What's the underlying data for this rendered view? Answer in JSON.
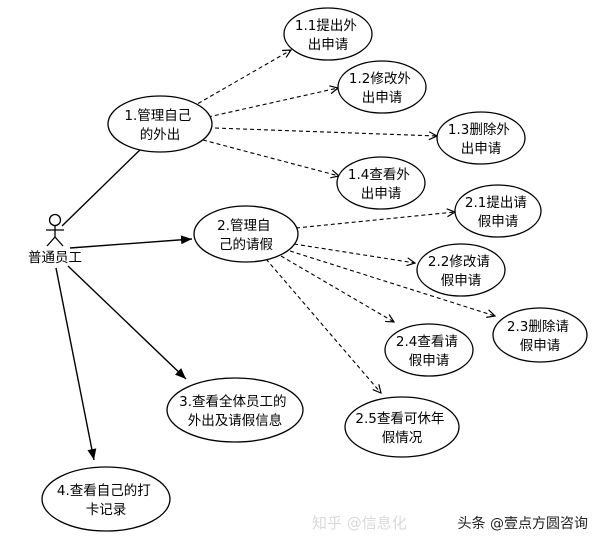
{
  "diagram": {
    "actor": {
      "label": "普通员工"
    },
    "use_cases": [
      {
        "id": "uc1",
        "lines": [
          "1.管理自己",
          "的外出"
        ]
      },
      {
        "id": "uc11",
        "lines": [
          "1.1提出外",
          "出申请"
        ]
      },
      {
        "id": "uc12",
        "lines": [
          "1.2修改外",
          "出申请"
        ]
      },
      {
        "id": "uc13",
        "lines": [
          "1.3删除外",
          "出申请"
        ]
      },
      {
        "id": "uc14",
        "lines": [
          "1.4查看外",
          "出申请"
        ]
      },
      {
        "id": "uc2",
        "lines": [
          "2.管理自",
          "己的请假"
        ]
      },
      {
        "id": "uc21",
        "lines": [
          "2.1提出请",
          "假申请"
        ]
      },
      {
        "id": "uc22",
        "lines": [
          "2.2修改请",
          "假申请"
        ]
      },
      {
        "id": "uc23",
        "lines": [
          "2.3删除请",
          "假申请"
        ]
      },
      {
        "id": "uc24",
        "lines": [
          "2.4查看请",
          "假申请"
        ]
      },
      {
        "id": "uc25",
        "lines": [
          "2.5查看可休年",
          "假情况"
        ]
      },
      {
        "id": "uc3",
        "lines": [
          "3.查看全体员工的",
          "外出及请假信息"
        ]
      },
      {
        "id": "uc4",
        "lines": [
          "4.查看自己的打",
          "卡记录"
        ]
      }
    ]
  },
  "watermark": {
    "text": "知乎 @信息化"
  },
  "credit": {
    "text": "头条 @壹点方圆咨询"
  }
}
